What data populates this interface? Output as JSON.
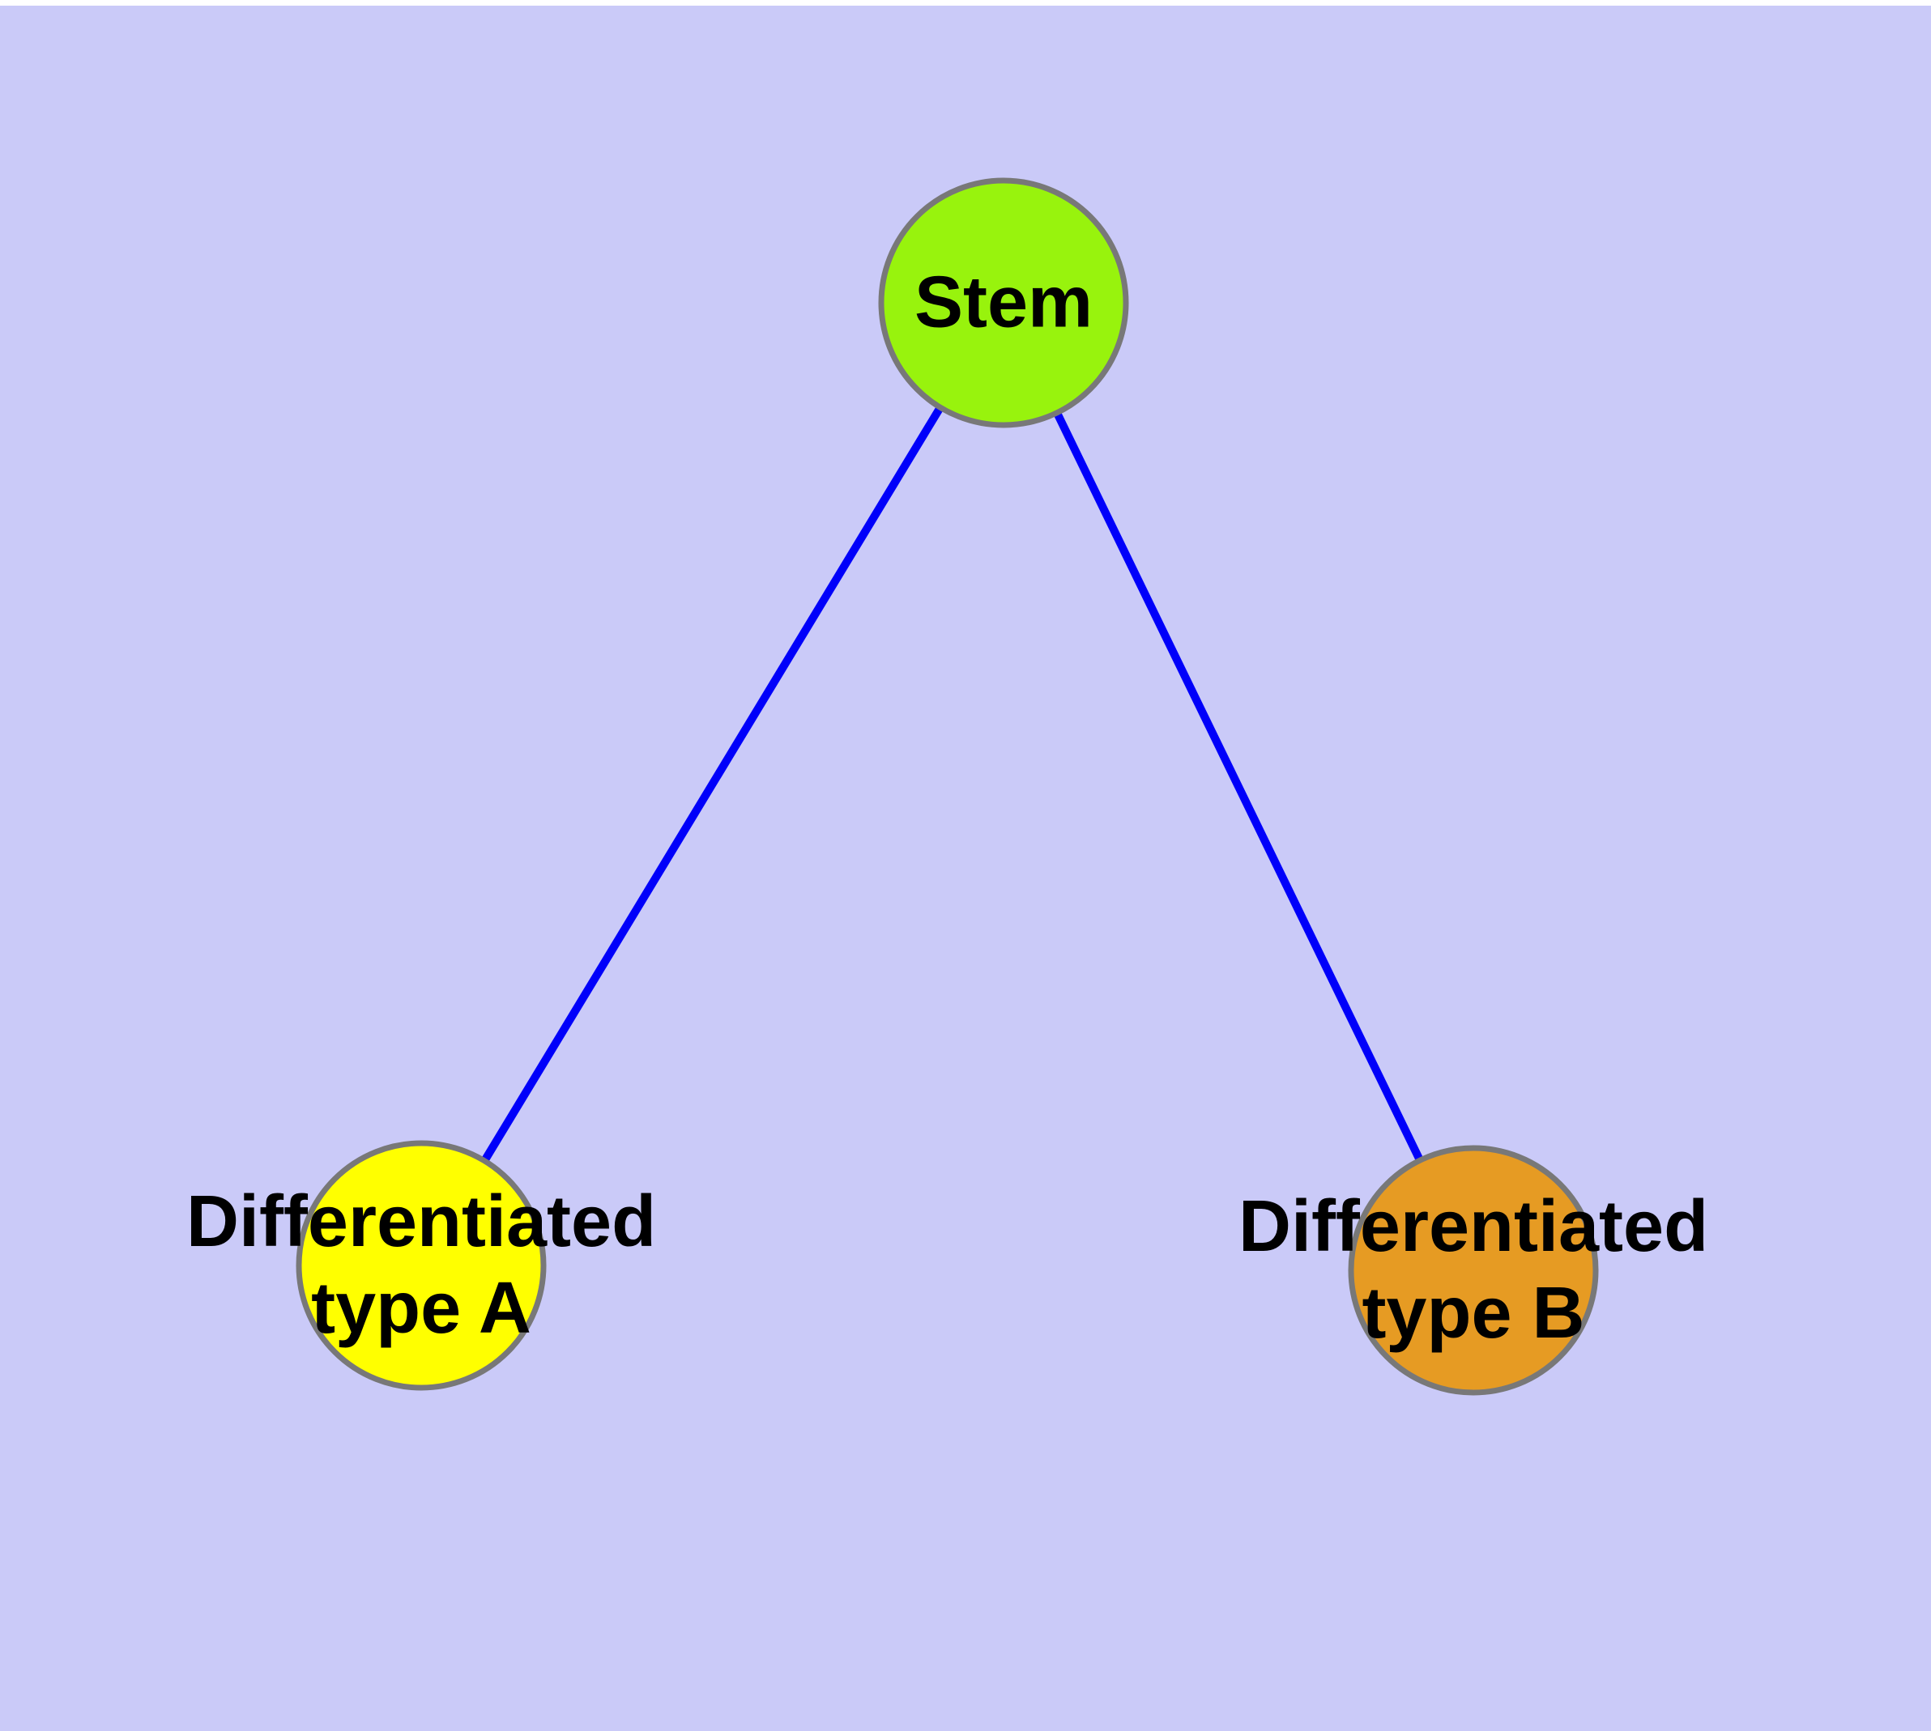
{
  "colors": {
    "background": "#cacaf8",
    "top_strip": "#ffffff",
    "edge": "#0000fa",
    "node_border": "#787878",
    "label_text": "#000000"
  },
  "diagram": {
    "nodes": [
      {
        "id": "stem",
        "label": "Stem",
        "fill": "#98f30d"
      },
      {
        "id": "type-a",
        "label": "Differentiated type A",
        "label_line1": "Differentiated",
        "label_line2": "type A",
        "fill": "#ffff00"
      },
      {
        "id": "type-b",
        "label": "Differentiated type B",
        "label_line1": "Differentiated",
        "label_line2": "type B",
        "fill": "#e69b23"
      }
    ],
    "edges": [
      {
        "from": "stem",
        "to": "type-a"
      },
      {
        "from": "stem",
        "to": "type-b"
      }
    ]
  }
}
